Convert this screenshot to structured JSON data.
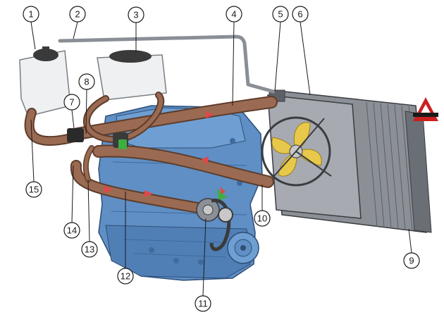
{
  "colors": {
    "engine": "#5f8fc4",
    "engine_dark": "#3f6b9c",
    "hose": "#9a6b52",
    "hose_dark": "#5e3c2b",
    "tank": "#eef0f2",
    "radiator": "#8b8f96",
    "radiator_dark": "#4a4d53",
    "fan_blade": "#e8c84a",
    "arrow": "#e04848",
    "thermostat_green": "#3fae3f",
    "brand_red": "#cc1f1f"
  },
  "icons": {
    "brand_logo": "brand-triangle-logo-icon",
    "flow_arrow": "flow-arrow-icon"
  },
  "callouts": [
    "1",
    "2",
    "3",
    "4",
    "5",
    "6",
    "7",
    "8",
    "9",
    "10",
    "11",
    "12",
    "13",
    "14",
    "15"
  ]
}
